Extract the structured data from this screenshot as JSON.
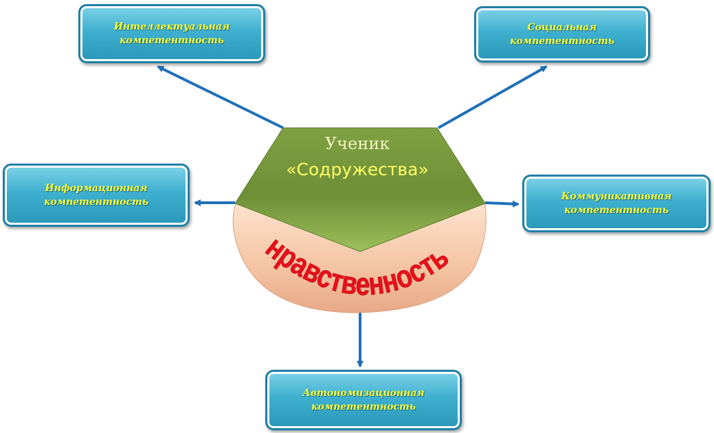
{
  "center": {
    "line1": "Ученик",
    "line2": "«Содружества»",
    "arch_word": "нравственность"
  },
  "boxes": {
    "intellectual": "Интеллектуальная\nкомпетентность",
    "social": "Социальная\nкомпетентность",
    "informational": "Информационная\nкомпетентность",
    "communicative": "Коммуникативная\nкомпетентность",
    "autonomization": "Автономизационная\nкомпетентность"
  },
  "colors": {
    "box_fill": "#3fb0cf",
    "box_text": "#ffff33",
    "pentagon": "#7a9b3e",
    "arch_fill": "#f4c7a8",
    "arch_word": "#e8101a",
    "arrow": "#1f6fb8"
  }
}
